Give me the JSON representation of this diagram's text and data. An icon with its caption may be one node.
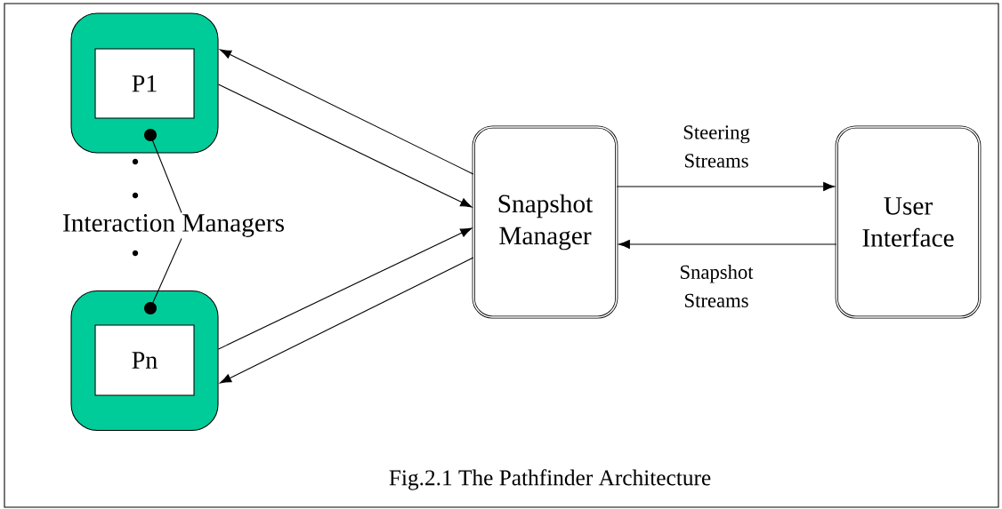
{
  "diagram": {
    "caption": "Fig.2.1 The Pathfinder Architecture",
    "nodes": [
      {
        "text": [],
        "shape": "box"
      },
      {
        "text": [
          "P1"
        ],
        "in": 0
      },
      {
        "text": [],
        "shape": "box"
      },
      {
        "text": [
          "Pn"
        ],
        "in": 2
      },
      {
        "text": [
          "Snapshot Manager"
        ]
      },
      {
        "text": [
          "User Interface"
        ]
      },
      {
        "text": [
          "Interaction Managers"
        ]
      },
      {
        "text": [],
        "shape": "circle",
        "in": 0
      },
      {
        "text": [],
        "shape": "circle",
        "in": 2
      }
    ],
    "edges": [
      {
        "from": 4,
        "to": 0,
        "arrow": "to"
      },
      {
        "from": 0,
        "to": 4,
        "arrow": "to"
      },
      {
        "from": 2,
        "to": 4,
        "arrow": "to"
      },
      {
        "from": 4,
        "to": 2,
        "arrow": "to"
      },
      {
        "from": 4,
        "to": 5,
        "arrow": "to",
        "label": "Steering Streams"
      },
      {
        "from": 5,
        "to": 4,
        "arrow": "to",
        "label": "Snapshot Streams"
      },
      {
        "from": 6,
        "to": 7,
        "arrow": "none"
      },
      {
        "from": 6,
        "to": 8,
        "arrow": "none"
      }
    ]
  }
}
